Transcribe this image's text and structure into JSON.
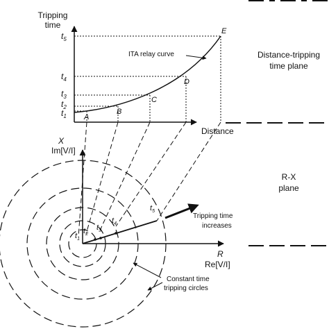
{
  "colors": {
    "ink": "#111111",
    "background": "#ffffff"
  },
  "top_plane": {
    "y_axis_label_line1": "Tripping",
    "y_axis_label_line2": "time",
    "x_axis_label": "Distance",
    "curve_label": "ITA relay curve",
    "ticks": [
      {
        "sym": "t",
        "sub": "5"
      },
      {
        "sym": "t",
        "sub": "4"
      },
      {
        "sym": "t",
        "sub": "3"
      },
      {
        "sym": "t",
        "sub": "2"
      },
      {
        "sym": "t",
        "sub": "1"
      }
    ],
    "points": [
      "A",
      "B",
      "C",
      "D",
      "E"
    ]
  },
  "bottom_plane": {
    "x_axis_symbol": "X",
    "x_axis_label": "Im[V/I]",
    "r_axis_symbol": "R",
    "r_axis_label": "Re[V/I]",
    "ray_label_line1": "Tripping time",
    "ray_label_line2": "increases",
    "circles_label_line1": "Constant time",
    "circles_label_line2": "tripping circles",
    "ray_ticks": [
      {
        "sym": "t",
        "sub": "1"
      },
      {
        "sym": "t",
        "sub": "2"
      },
      {
        "sym": "t",
        "sub": "3"
      },
      {
        "sym": "t",
        "sub": "4"
      },
      {
        "sym": "t",
        "sub": "5"
      }
    ]
  },
  "right_labels": {
    "top_line1": "Distance-tripping",
    "top_line2": "time plane",
    "bottom_line1": "R-X",
    "bottom_line2": "plane"
  }
}
